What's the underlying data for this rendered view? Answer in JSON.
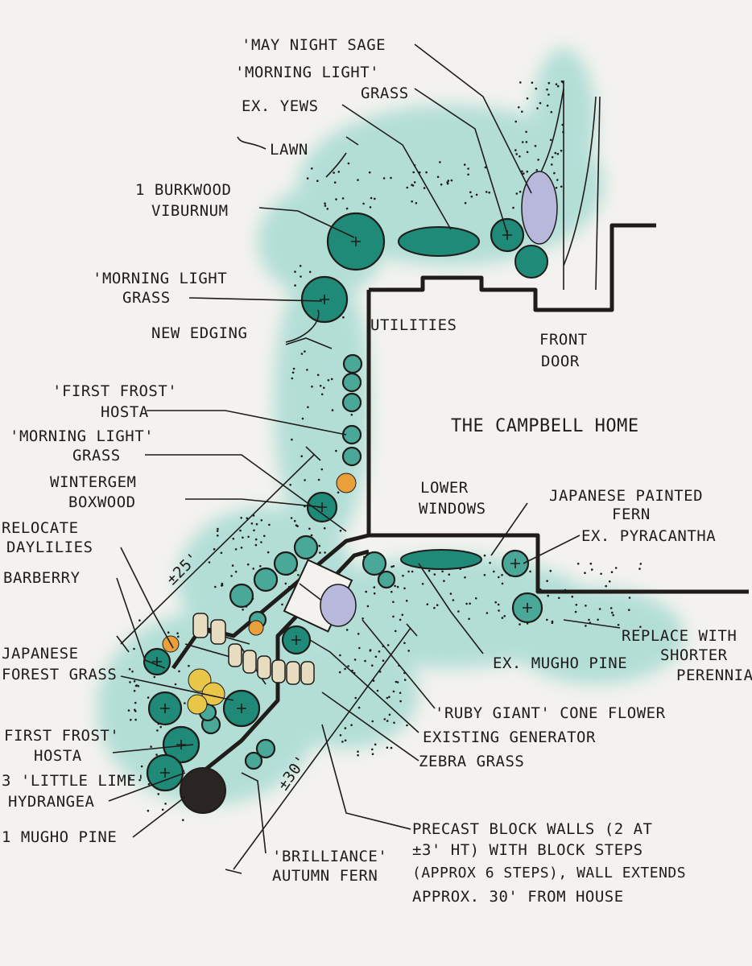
{
  "labels": {
    "may_night_sage": "'MAY NIGHT SAGE",
    "morning_light_grass_top_1": "'MORNING LIGHT'",
    "morning_light_grass_top_2": "GRASS",
    "ex_yews": "EX. YEWS",
    "lawn": "LAWN",
    "burkwood_1": "1 BURKWOOD",
    "burkwood_2": "VIBURNUM",
    "morning_light_mid_1": "'MORNING LIGHT",
    "morning_light_mid_2": "GRASS",
    "new_edging": "NEW EDGING",
    "utilities": "UTILITIES",
    "front_door_1": "FRONT",
    "front_door_2": "DOOR",
    "house_name": "THE CAMPBELL HOME",
    "first_frost_1": "'FIRST FROST'",
    "first_frost_2": "HOSTA",
    "morning_light_low_1": "'MORNING LIGHT'",
    "morning_light_low_2": "GRASS",
    "wintergem_1": "WINTERGEM",
    "wintergem_2": "BOXWOOD",
    "lower_windows_1": "LOWER",
    "lower_windows_2": "WINDOWS",
    "jp_fern_1": "JAPANESE PAINTED",
    "jp_fern_2": "FERN",
    "ex_pyracantha": "EX. PYRACANTHA",
    "relocate_1": "RELOCATE",
    "relocate_2": "DAYLILIES",
    "dim_25": "±25'",
    "barberry": "BARBERRY",
    "jp_forest_1": "JAPANESE",
    "jp_forest_2": "FOREST GRASS",
    "replace_1": "REPLACE WITH",
    "replace_2": "SHORTER",
    "replace_3": "PERENNIALS",
    "ex_mugho": "EX. MUGHO PINE",
    "first_frost_low_1": "FIRST FROST'",
    "first_frost_low_2": "HOSTA",
    "ruby_giant": "'RUBY GIANT' CONE FLOWER",
    "generator": "EXISTING GENERATOR",
    "zebra": "ZEBRA GRASS",
    "little_lime_1": "3 'LITTLE LIME'",
    "little_lime_2": "HYDRANGEA",
    "dim_30": "±30'",
    "mugho_pine": "1 MUGHO PINE",
    "brilliance_1": "'BRILLIANCE'",
    "brilliance_2": "AUTUMN FERN",
    "note_1": "PRECAST BLOCK WALLS (2 AT",
    "note_2": "±3' HT) WITH BLOCK STEPS",
    "note_3": "(APPROX 6 STEPS), WALL EXTENDS",
    "note_4": "APPROX. 30' FROM HOUSE"
  },
  "colors": {
    "plant_fill": "#1f8a78",
    "wash": "#7fcfc4",
    "ink": "#1f1c1a",
    "flower_yellow": "#e8c648",
    "flower_orange": "#e9a03a",
    "lavender": "#b8b7dc"
  }
}
